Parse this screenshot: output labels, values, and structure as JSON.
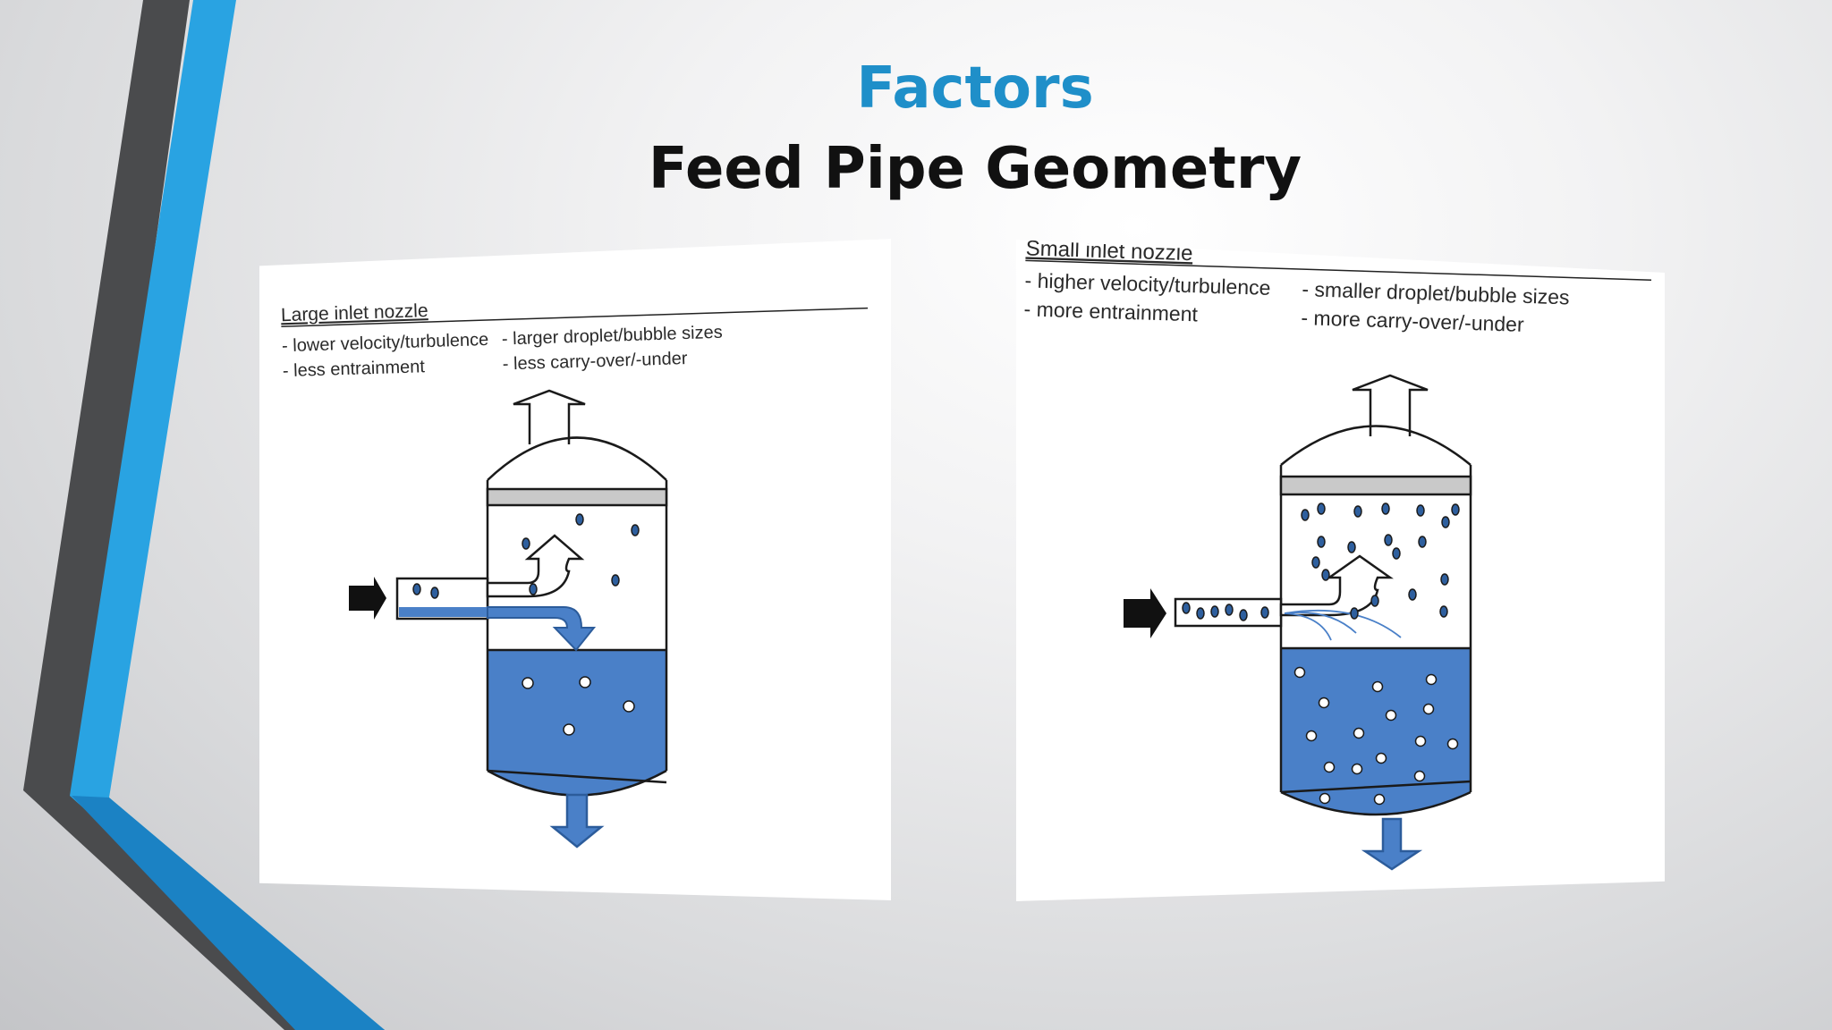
{
  "slide": {
    "title": "Factors",
    "subtitle": "Feed Pipe Geometry",
    "accent_color": "#1f8fc9",
    "stripe_colors": [
      "#4a4b4d",
      "#29a3e2",
      "#1b82c4"
    ]
  },
  "left_diagram": {
    "heading": "Large inlet nozzle",
    "causes": [
      "- lower velocity/turbulence",
      "- less entrainment"
    ],
    "effects": [
      "- larger droplet/bubble sizes",
      "- less carry-over/-under"
    ]
  },
  "right_diagram": {
    "heading": "Small inlet nozzle",
    "causes": [
      "- higher velocity/turbulence",
      "- more entrainment"
    ],
    "effects": [
      "- smaller droplet/bubble sizes",
      "- more carry-over/-under"
    ]
  },
  "colors": {
    "liquid": "#4a80c8",
    "mist_pad": "#c9c9c9",
    "outline": "#1a1a1a",
    "droplet": "#2e5f9e"
  }
}
